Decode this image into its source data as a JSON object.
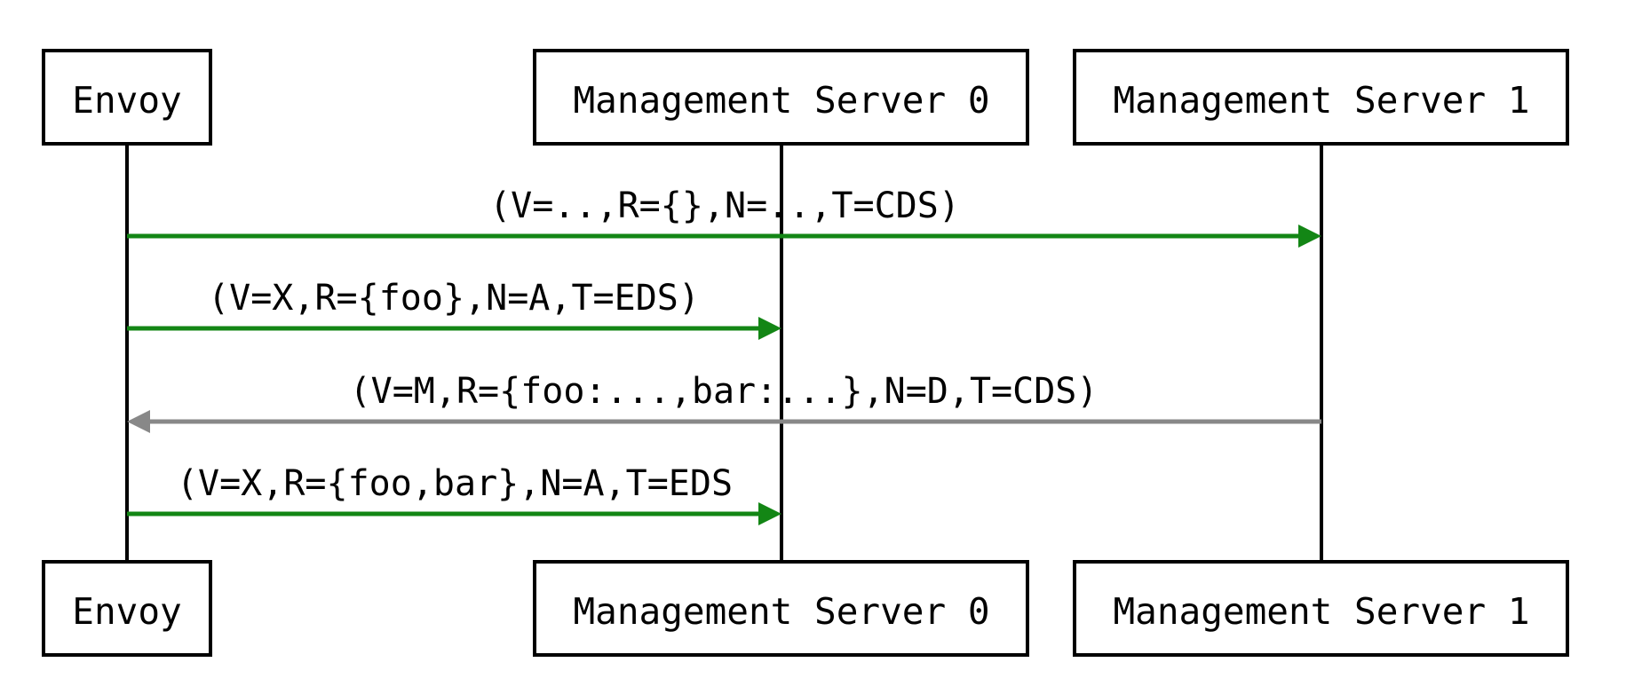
{
  "colors": {
    "request_arrow": "#138615",
    "response_arrow": "#888888",
    "stroke": "#000000"
  },
  "participants": [
    {
      "id": "envoy",
      "label": "Envoy"
    },
    {
      "id": "ms0",
      "label": "Management Server 0"
    },
    {
      "id": "ms1",
      "label": "Management Server 1"
    }
  ],
  "messages": [
    {
      "from": "envoy",
      "to": "ms1",
      "kind": "request",
      "label": "(V=..,R={},N=..,T=CDS)"
    },
    {
      "from": "envoy",
      "to": "ms0",
      "kind": "request",
      "label": "(V=X,R={foo},N=A,T=EDS)"
    },
    {
      "from": "ms1",
      "to": "envoy",
      "kind": "response",
      "label": "(V=M,R={foo:...,bar:...},N=D,T=CDS)"
    },
    {
      "from": "envoy",
      "to": "ms0",
      "kind": "request",
      "label": "(V=X,R={foo,bar},N=A,T=EDS"
    }
  ]
}
